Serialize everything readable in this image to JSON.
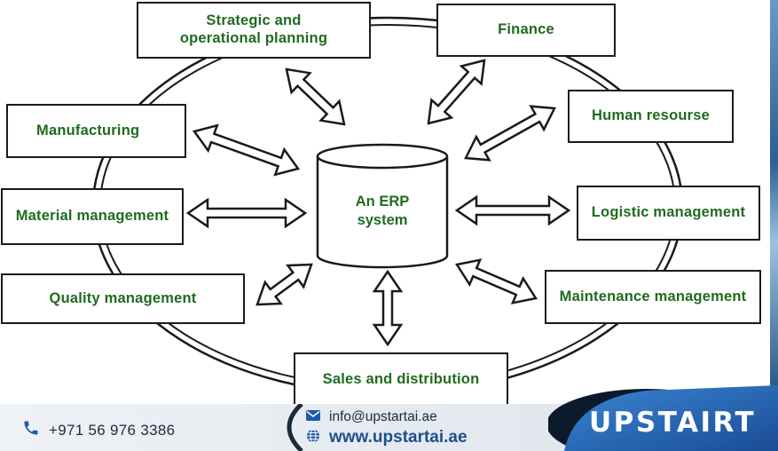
{
  "diagram": {
    "center": "An ERP\nsystem",
    "modules": {
      "strategic": "Strategic and\noperational planning",
      "finance": "Finance",
      "manufacturing": "Manufacturing",
      "human_resource": "Human resourse",
      "material": "Material management",
      "logistic": "Logistic management",
      "quality": "Quality management",
      "maintenance": "Maintenance management",
      "sales": "Sales and distribution"
    }
  },
  "footer": {
    "phone": "+971 56 976 3386",
    "email": "info@upstartai.ae",
    "website": "www.upstartai.ae",
    "brand": "UPSTAIRT"
  },
  "colors": {
    "module_text": "#1f6b1f",
    "outline": "#1a1a1a",
    "brand_blue": "#1e5aa8"
  },
  "icons": [
    "phone-icon",
    "mail-icon",
    "globe-icon"
  ]
}
